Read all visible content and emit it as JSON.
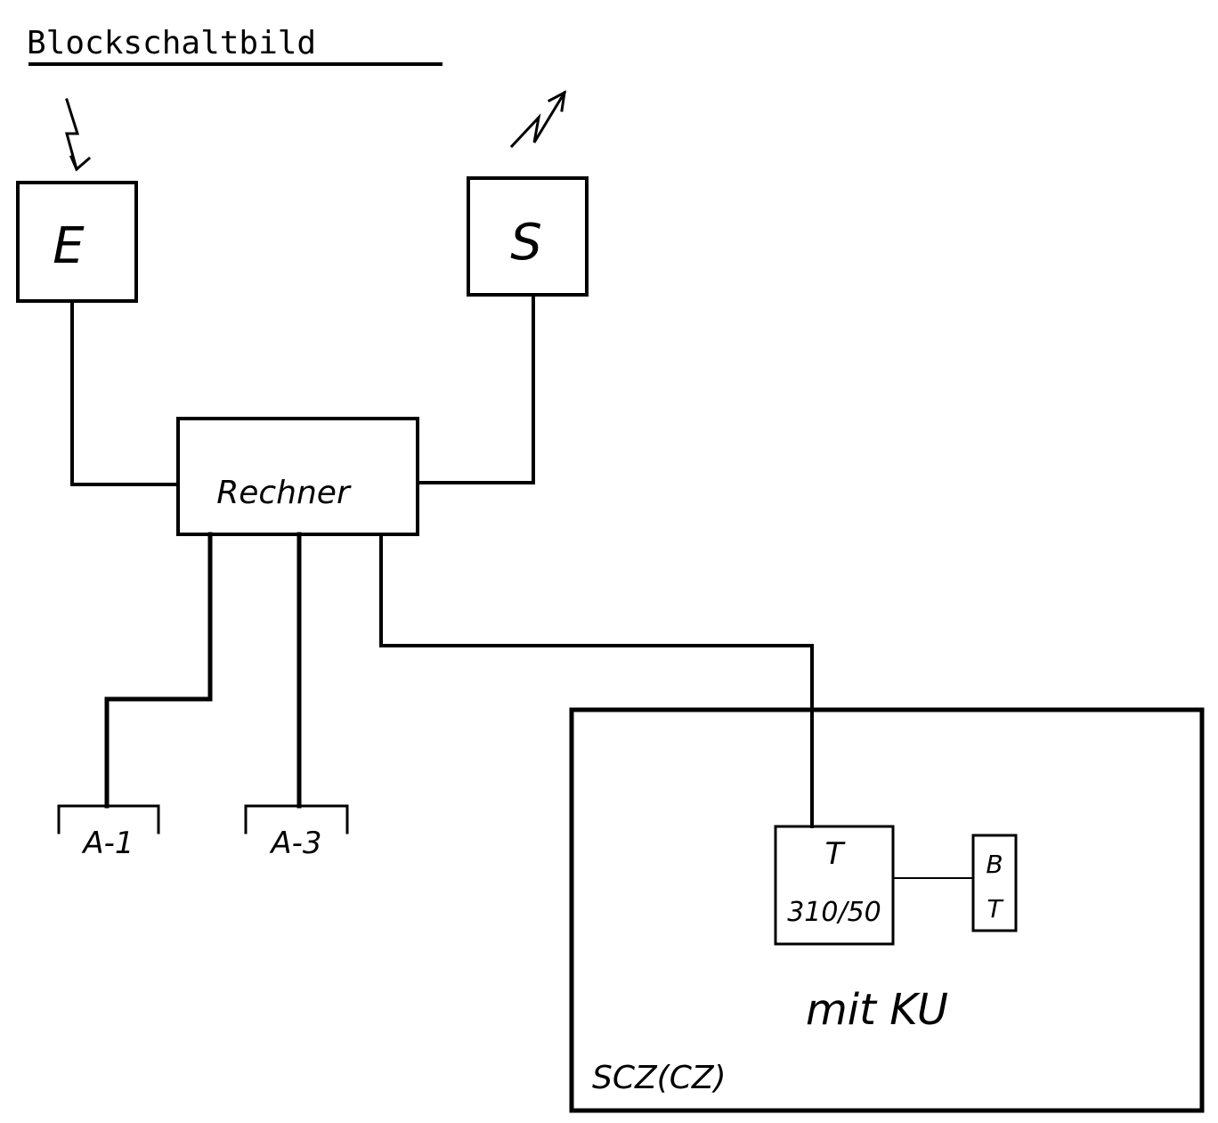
{
  "title": "Blockschaltbild",
  "blocks": {
    "E": "E",
    "S": "S",
    "rechner": "Rechner",
    "a1": "A-1",
    "a3": "A-3",
    "t_top": "T",
    "t_bottom": "310/50",
    "bt_top": "B",
    "bt_bottom": "T",
    "mit_ku": "mit KU",
    "scz": "SCZ(CZ)"
  },
  "icons": {
    "e_antenna": "lightning-arrow-down-icon",
    "s_antenna": "lightning-arrow-up-icon"
  }
}
